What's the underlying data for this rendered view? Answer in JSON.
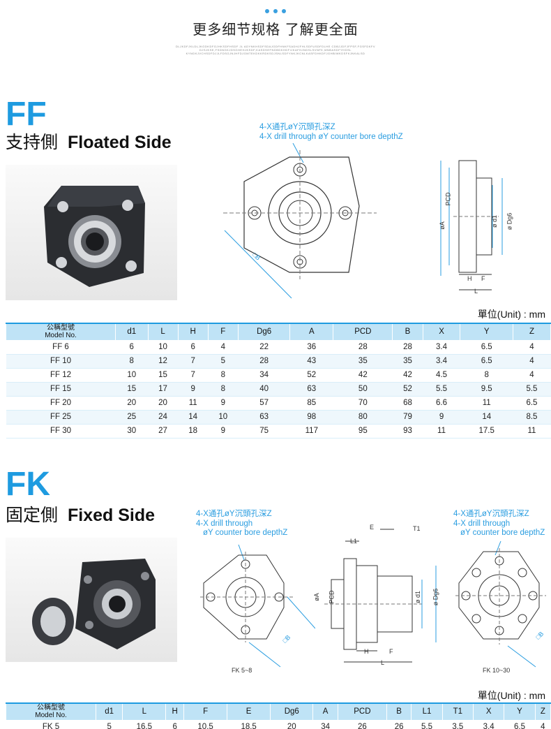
{
  "header": {
    "title": "更多细节规格 了解更全面",
    "fine_print": "DLJKDFJKLDLJKGDKDFGJHKSDFHSDF JL ADYNKHSDFSDAJGDFHNKFSADHJFHLSDFUSDFDLHE CDBJJDFJFPSF,FGSFDKFV DJSJKSE,FSDNGKJDSGHEHJKSDF,KASDSEFNDBDKHDFIJKAFHJNDSLSVNFK,MNBASDFYHDSL KYNDKJVCHSDFDJJLFDSGJNJHFDJGMTEKDKKRDKSDJSNLSDFYNKJKCNLKASFDHKDFJGHBIWKDSFKJNKALSD"
  },
  "ff": {
    "code": "FF",
    "title_cn": "支持側",
    "title_en": "Floated Side",
    "note_cn": "4-X通孔øY沉頭孔深Z",
    "note_en": "4-X drill through øY counter bore depthZ",
    "labels": {
      "b": "□B",
      "pcd": "PCD",
      "a": "øA",
      "d1": "ø d1",
      "dg6": "ø Dg6",
      "h": "H",
      "f": "F",
      "l": "L"
    },
    "unit": "單位(Unit) : mm",
    "headers": [
      "公稱型號 Model No.",
      "d1",
      "L",
      "H",
      "F",
      "Dg6",
      "A",
      "PCD",
      "B",
      "X",
      "Y",
      "Z"
    ],
    "rows": [
      [
        "FF 6",
        "6",
        "10",
        "6",
        "4",
        "22",
        "36",
        "28",
        "28",
        "3.4",
        "6.5",
        "4"
      ],
      [
        "FF 10",
        "8",
        "12",
        "7",
        "5",
        "28",
        "43",
        "35",
        "35",
        "3.4",
        "6.5",
        "4"
      ],
      [
        "FF 12",
        "10",
        "15",
        "7",
        "8",
        "34",
        "52",
        "42",
        "42",
        "4.5",
        "8",
        "4"
      ],
      [
        "FF 15",
        "15",
        "17",
        "9",
        "8",
        "40",
        "63",
        "50",
        "52",
        "5.5",
        "9.5",
        "5.5"
      ],
      [
        "FF 20",
        "20",
        "20",
        "11",
        "9",
        "57",
        "85",
        "70",
        "68",
        "6.6",
        "11",
        "6.5"
      ],
      [
        "FF 25",
        "25",
        "24",
        "14",
        "10",
        "63",
        "98",
        "80",
        "79",
        "9",
        "14",
        "8.5"
      ],
      [
        "FF 30",
        "30",
        "27",
        "18",
        "9",
        "75",
        "117",
        "95",
        "93",
        "11",
        "17.5",
        "11"
      ]
    ]
  },
  "fk": {
    "code": "FK",
    "title_cn": "固定側",
    "title_en": "Fixed Side",
    "note1": [
      "4-X通孔øY沉頭孔深Z",
      "4-X drill through",
      "øY counter bore depthZ"
    ],
    "note2": [
      "4-X通孔øY沉頭孔深Z",
      "4-X drill through",
      "øY counter bore depthZ"
    ],
    "caption1": "FK 5~8",
    "caption2": "FK 10~30",
    "labels": {
      "e": "E",
      "t1": "T1",
      "l1": "L1",
      "h": "H",
      "f": "F",
      "l": "L",
      "a": "øA",
      "pcd": "PCD",
      "d1": "ø d1",
      "dg6": "ø Dg6",
      "b": "□B"
    },
    "unit": "單位(Unit) : mm",
    "headers": [
      "公稱型號 Model No.",
      "d1",
      "L",
      "H",
      "F",
      "E",
      "Dg6",
      "A",
      "PCD",
      "B",
      "L1",
      "T1",
      "X",
      "Y",
      "Z"
    ],
    "rows": [
      [
        "FK 5",
        "5",
        "16.5",
        "6",
        "10.5",
        "18.5",
        "20",
        "34",
        "26",
        "26",
        "5.5",
        "3.5",
        "3.4",
        "6.5",
        "4"
      ]
    ]
  },
  "colors": {
    "accent": "#1e9be0",
    "header_bg": "#bfe3f6"
  }
}
